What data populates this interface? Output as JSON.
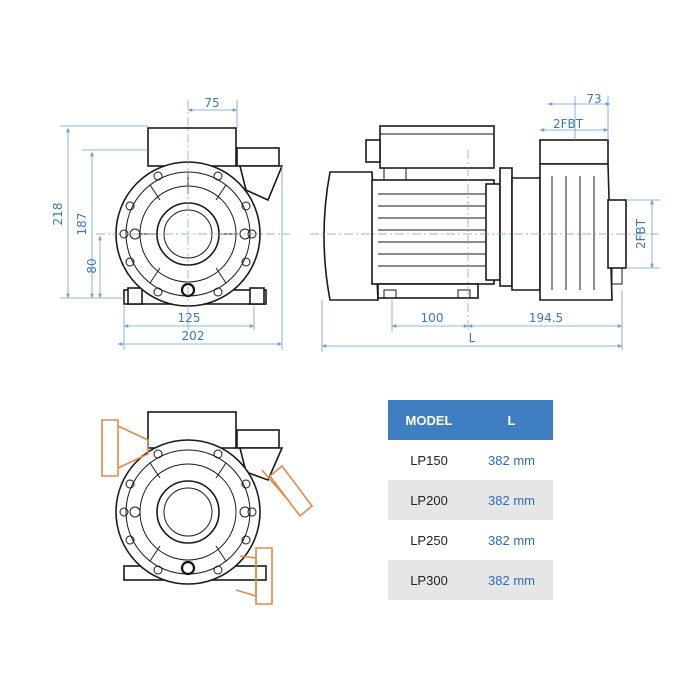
{
  "dimensions": {
    "front": {
      "width_top": "75",
      "height_total": "218",
      "height_body": "187",
      "height_axis": "80",
      "width_base": "125",
      "width_total": "202"
    },
    "side": {
      "offset_top": "73",
      "inlet_thread": "2FBT",
      "outlet_thread": "2FBT",
      "mount_spacing": "100",
      "mount_to_end": "194.5",
      "length": "L"
    }
  },
  "table": {
    "headers": {
      "model": "MODEL",
      "length": "L"
    },
    "rows": [
      {
        "model": "LP150",
        "length": "382 mm"
      },
      {
        "model": "LP200",
        "length": "382 mm"
      },
      {
        "model": "LP250",
        "length": "382 mm"
      },
      {
        "model": "LP300",
        "length": "382 mm"
      }
    ]
  },
  "colors": {
    "dimension": "#3a78b8",
    "header_bg": "#3f7fc1",
    "accent": "#e08a4a",
    "row_alt": "#e6e6e8"
  }
}
